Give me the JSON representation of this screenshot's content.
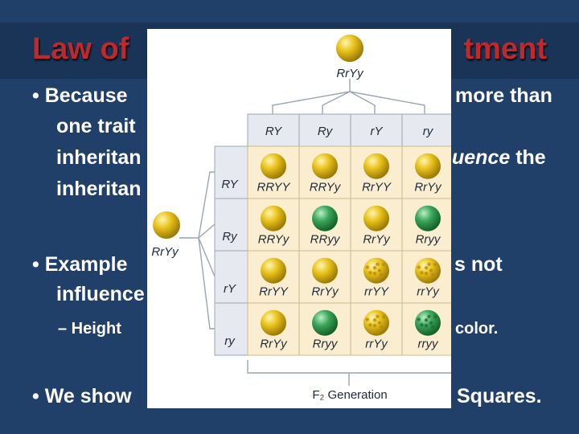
{
  "title": {
    "left": "Law of",
    "right": "tment"
  },
  "bullets": [
    {
      "lines": [
        "• Because",
        "one trait",
        "inheritan",
        "inheritan"
      ]
    },
    {
      "lines": [
        "• Example",
        "influence"
      ]
    },
    {
      "sub": "– Height"
    },
    {
      "text": "• We show"
    }
  ],
  "right_text": {
    "line1": "more than",
    "line2_italic": "uence",
    "line2_rest": " the",
    "line3": "s not",
    "line4": "color.",
    "line5": "Squares."
  },
  "figure": {
    "parent_top": "RrYy",
    "parent_left": "RrYy",
    "col_headers": [
      "RY",
      "Ry",
      "rY",
      "ry"
    ],
    "row_headers": [
      "RY",
      "Ry",
      "rY",
      "ry"
    ],
    "grid": [
      [
        {
          "g": "RRYY",
          "p": "yellow-round"
        },
        {
          "g": "RRYy",
          "p": "yellow-round"
        },
        {
          "g": "RrYY",
          "p": "yellow-round"
        },
        {
          "g": "RrYy",
          "p": "yellow-round"
        }
      ],
      [
        {
          "g": "RRYy",
          "p": "yellow-round"
        },
        {
          "g": "RRyy",
          "p": "green-round"
        },
        {
          "g": "RrYy",
          "p": "yellow-round"
        },
        {
          "g": "Rryy",
          "p": "green-round"
        }
      ],
      [
        {
          "g": "RrYY",
          "p": "yellow-round"
        },
        {
          "g": "RrYy",
          "p": "yellow-round"
        },
        {
          "g": "rrYY",
          "p": "yellow-wrinkled"
        },
        {
          "g": "rrYy",
          "p": "yellow-wrinkled"
        }
      ],
      [
        {
          "g": "RrYy",
          "p": "yellow-round"
        },
        {
          "g": "Rryy",
          "p": "green-round"
        },
        {
          "g": "rrYy",
          "p": "yellow-wrinkled"
        },
        {
          "g": "rryy",
          "p": "green-wrinkled"
        }
      ]
    ],
    "generation_label": "F₂ Generation",
    "colors": {
      "yellow": "#e2b81a",
      "green": "#2f9a4a",
      "cell_bg": "#fbeed0",
      "header_bg": "#e6e9ef"
    }
  }
}
